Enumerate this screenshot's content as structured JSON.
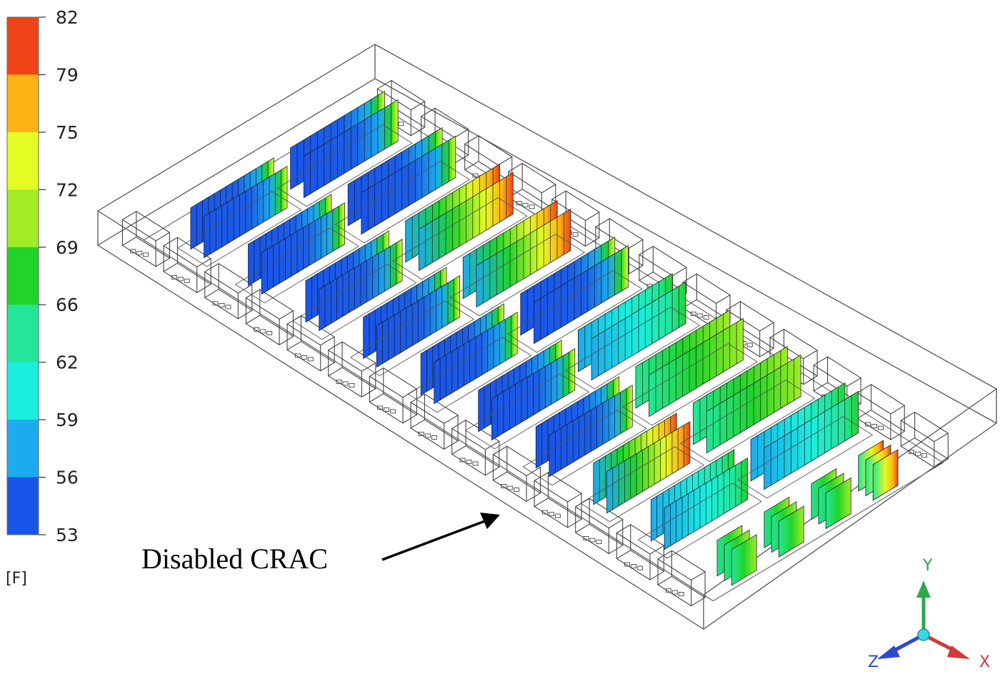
{
  "colorbar": {
    "ticks": [
      "82",
      "79",
      "75",
      "72",
      "69",
      "66",
      "62",
      "59",
      "56",
      "53"
    ],
    "unit": "[F]",
    "colors": [
      "#ee4418",
      "#fbb414",
      "#e4fb24",
      "#a2ec26",
      "#20d42a",
      "#23e698",
      "#1aeede",
      "#1cabec",
      "#1a55ea"
    ]
  },
  "annotation": {
    "text": "Disabled CRAC"
  },
  "triad": {
    "x_label": "X",
    "y_label": "Y",
    "z_label": "Z",
    "x_color": "#d23a3a",
    "y_color": "#2ea84a",
    "z_color": "#2a4ad2"
  },
  "rows": [
    {
      "coolness": 0.9,
      "hot": 0.3
    },
    {
      "coolness": 0.95,
      "hot": 0.2
    },
    {
      "coolness": 0.95,
      "hot": 0.1
    },
    {
      "coolness": 0.95,
      "hot": 0.15
    },
    {
      "coolness": 0.85,
      "hot": 0.35
    },
    {
      "coolness": 0.9,
      "hot": 0.3
    },
    {
      "coolness": 0.85,
      "hot": 0.4
    },
    {
      "coolness": 0.8,
      "hot": 0.5
    },
    {
      "coolness": 0.75,
      "hot": 0.6
    }
  ]
}
